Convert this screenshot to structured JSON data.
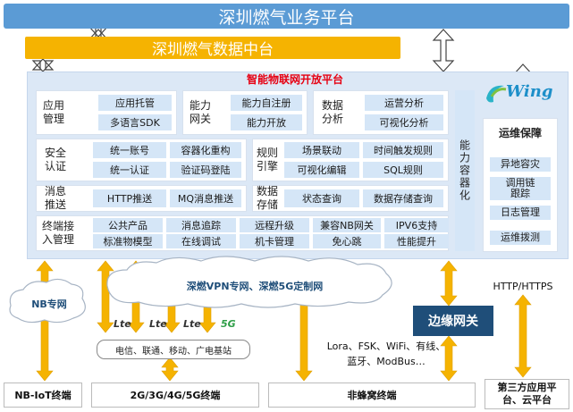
{
  "top_bar": "深圳燃气业务平台",
  "data_bar": "深圳燃气数据中台",
  "platform_title": "智能物联网开放平台",
  "brand_logo": "Wing",
  "rows": {
    "r1": [
      {
        "label": "应用\n管理",
        "cells": [
          "应用托管",
          "多语言SDK"
        ]
      },
      {
        "label": "能力\n网关",
        "cells": [
          "能力自注册",
          "能力开放"
        ]
      },
      {
        "label": "数据\n分析",
        "cells": [
          "运营分析",
          "可视化分析"
        ]
      }
    ],
    "r2": [
      {
        "label": "安全\n认证",
        "cells": [
          "统一账号",
          "容器化重构",
          "统一认证",
          "验证码登陆"
        ]
      },
      {
        "label": "规则\n引擎",
        "cells": [
          "场景联动",
          "时间触发规则",
          "可视化编辑",
          "SQL规则"
        ]
      }
    ],
    "r3": [
      {
        "label": "消息\n推送",
        "cells": [
          "HTTP推送",
          "MQ消息推送"
        ]
      },
      {
        "label": "数据\n存储",
        "cells": [
          "状态查询",
          "数据存储查询"
        ]
      }
    ],
    "r4": {
      "label": "终端接\n入管理",
      "cells": [
        "公共产品",
        "消息追踪",
        "远程升级",
        "兼容NB网关",
        "IPV6支持",
        "标准物模型",
        "在线调试",
        "机卡管理",
        "免心跳",
        "性能提升"
      ]
    }
  },
  "container": "能力容器化",
  "ops": {
    "title": "运维保障",
    "items": [
      "异地容灾",
      "调用链\n跟踪",
      "日志管理",
      "运维拨测"
    ]
  },
  "network": {
    "cloud_vpn": "深燃VPN专网、深燃5G定制网",
    "cloud_nb": "NB专网",
    "http": "HTTP/HTTPS"
  },
  "edge_gateway": "边缘网关",
  "carriers": {
    "label": "电信、联通、移动、广电基站",
    "logos": [
      "Lte",
      "Lte",
      "Lte",
      "5G"
    ]
  },
  "protocols": "Lora、FSK、WiFi、有线、\n蓝牙、ModBus…",
  "terminals": [
    "NB-IoT终端",
    "2G/3G/4G/5G终端",
    "非蜂窝终端",
    "第三方应用平\n台、云平台"
  ]
}
